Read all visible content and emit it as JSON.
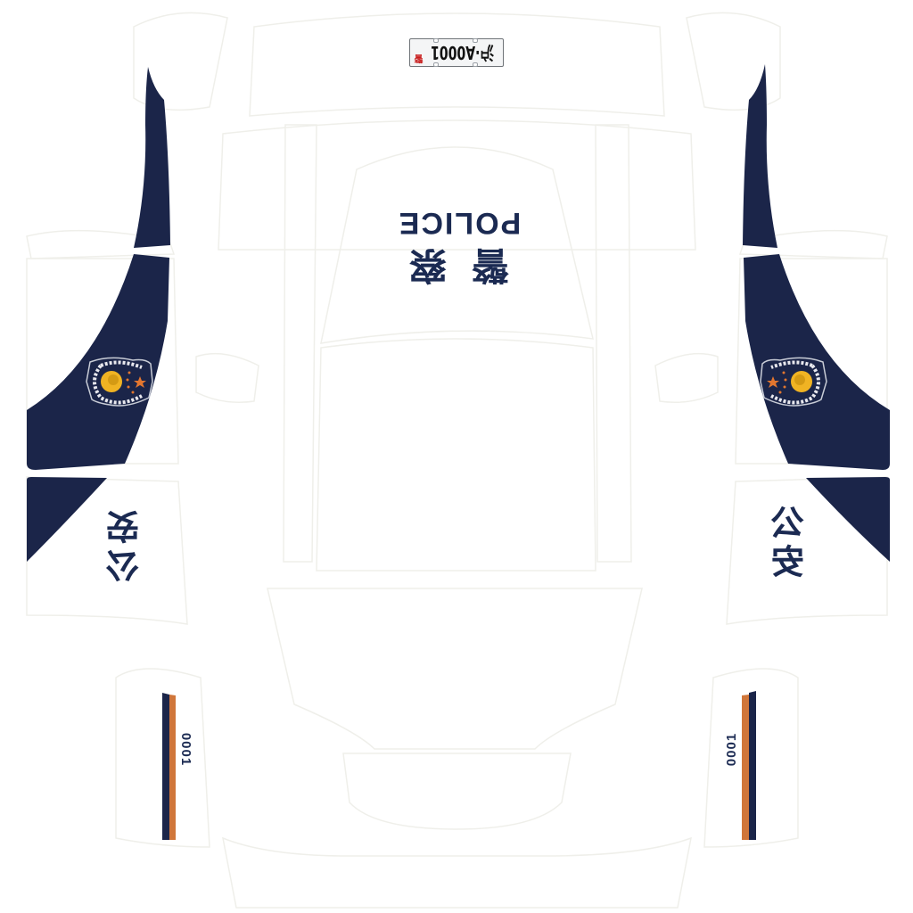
{
  "texture": {
    "type": "police car livery UV texture",
    "background_color": "#ffffff",
    "panel_outline_color": "#f1f1ee",
    "colors": {
      "navy": "#1b2549",
      "orange_stripe": "#d0763a",
      "text_navy": "#1b2a52",
      "plate_red": "#c81d1d",
      "emblem_gold": "#f0b323",
      "emblem_star": "#e2762f"
    }
  },
  "license_plate": {
    "number": "沪·A0001",
    "tag": "警",
    "orientation": "rotated-180"
  },
  "hood": {
    "chinese_label": "警察",
    "english_label": "POLICE",
    "orientation": "rotated-180"
  },
  "left_side": {
    "label": "公安",
    "unit_number": "0001",
    "emblem": "police-badge"
  },
  "right_side": {
    "label": "公安",
    "unit_number": "0001",
    "emblem": "police-badge"
  }
}
